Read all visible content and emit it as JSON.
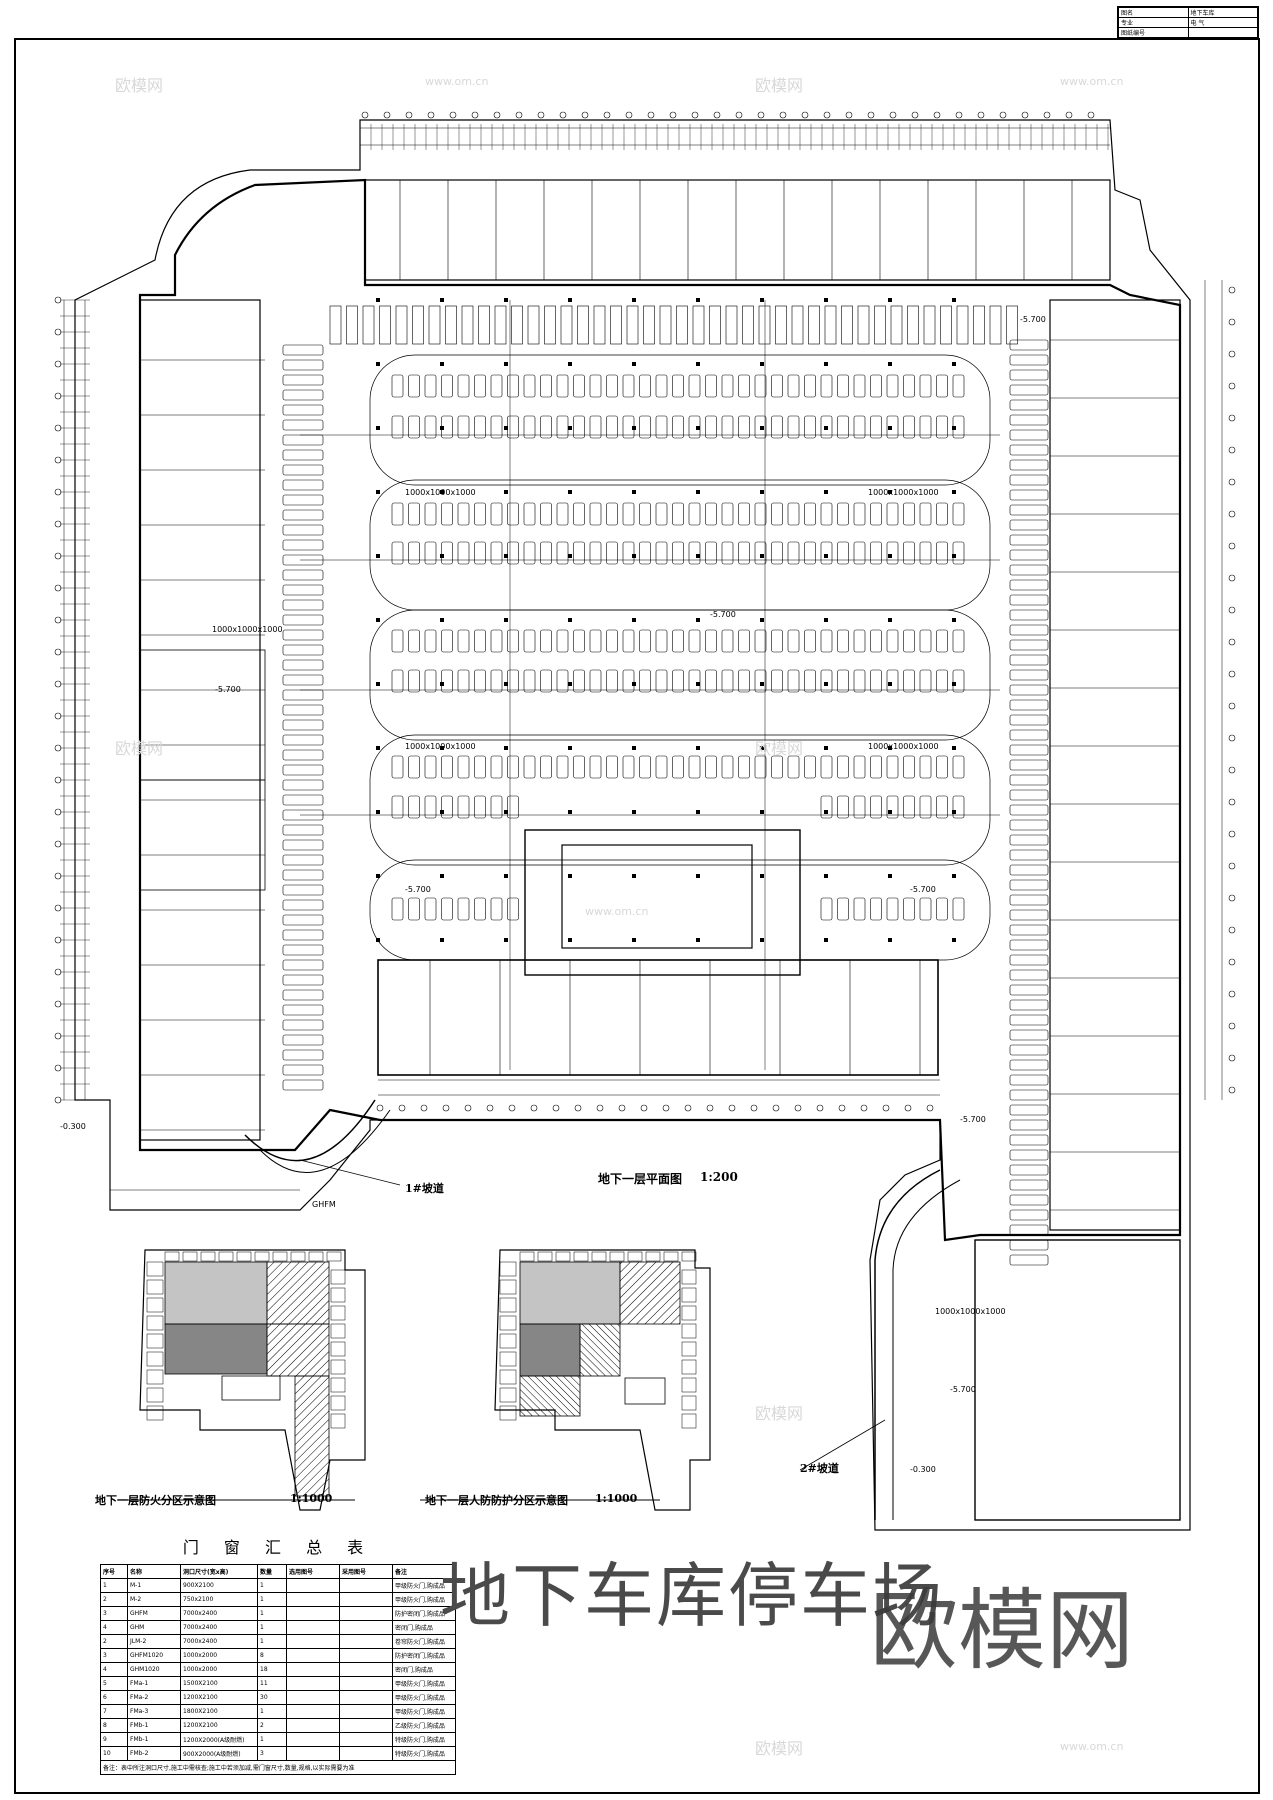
{
  "title_block": {
    "rows": [
      [
        "图名",
        "地下车库"
      ],
      [
        "专业",
        "电 气"
      ],
      [
        "图纸编号",
        ""
      ]
    ]
  },
  "plan_title": "地下一层平面图",
  "plan_scale": "1:200",
  "ramp1_label": "1#坡道",
  "ramp2_label": "2#坡道",
  "door_label": "GHFM",
  "elevations": [
    "-5.700",
    "-5.700",
    "-5.700",
    "-5.700",
    "-5.700",
    "-5.700",
    "-5.700",
    "-0.300",
    "-0.300"
  ],
  "opening_label": "1000x1000x1000",
  "diagram_fire": {
    "title": "地下一层防火分区示意图",
    "scale": "1:1000"
  },
  "diagram_civil": {
    "title": "地下一层人防防护分区示意图",
    "scale": "1:1000"
  },
  "schedule": {
    "caption": "门 窗 汇 总 表",
    "headers": [
      "序号",
      "名称",
      "洞口尺寸(宽x高)",
      "数量",
      "选用图号",
      "采用图号",
      "备注"
    ],
    "rows": [
      [
        "1",
        "M-1",
        "900X2100",
        "1",
        "",
        "",
        "甲级防火门,购成品"
      ],
      [
        "2",
        "M-2",
        "750x2100",
        "1",
        "",
        "",
        "甲级防火门,购成品"
      ],
      [
        "3",
        "GHFM",
        "7000x2400",
        "1",
        "",
        "",
        "防护密闭门,购成品"
      ],
      [
        "4",
        "GHM",
        "7000x2400",
        "1",
        "",
        "",
        "密闭门,购成品"
      ],
      [
        "2",
        "JLM-2",
        "7000x2400",
        "1",
        "",
        "",
        "卷帘防火门,购成品"
      ],
      [
        "3",
        "GHFM1020",
        "1000x2000",
        "8",
        "",
        "",
        "防护密闭门,购成品"
      ],
      [
        "4",
        "GHM1020",
        "1000x2000",
        "18",
        "",
        "",
        "密闭门,购成品"
      ],
      [
        "5",
        "FMa-1",
        "1500X2100",
        "11",
        "",
        "",
        "甲级防火门,购成品"
      ],
      [
        "6",
        "FMa-2",
        "1200X2100",
        "30",
        "",
        "",
        "甲级防火门,购成品"
      ],
      [
        "7",
        "FMa-3",
        "1800X2100",
        "1",
        "",
        "",
        "甲级防火门,购成品"
      ],
      [
        "8",
        "FMb-1",
        "1200X2100",
        "2",
        "",
        "",
        "乙级防火门,购成品"
      ],
      [
        "9",
        "FMb-1",
        "1200X2000(A级耐燃)",
        "1",
        "",
        "",
        "特级防火门,购成品"
      ],
      [
        "10",
        "FMb-2",
        "900X2000(A级耐燃)",
        "3",
        "",
        "",
        "特级防火门,购成品"
      ]
    ],
    "note": "备注：表中所注洞口尺寸,施工中需核查;施工中若须加减,需门窗尺寸,数量,规格,以实际需要为准"
  },
  "big_title": "地下车库停车场",
  "watermark_brand": "欧模网",
  "watermark_url": "www.om.cn"
}
